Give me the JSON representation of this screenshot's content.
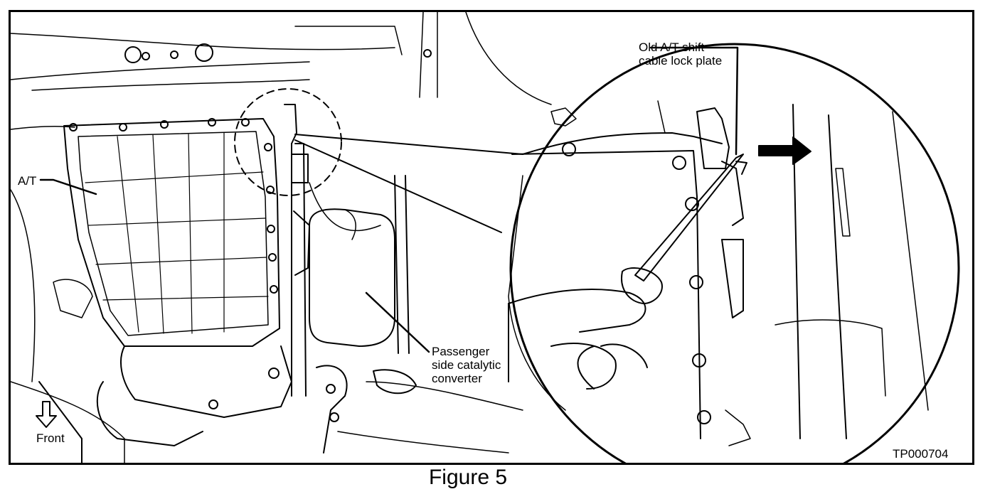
{
  "figure": {
    "caption": "Figure 5",
    "code": "TP000704",
    "labels": {
      "at": "A/T",
      "front": "Front",
      "catalytic": "Passenger\nside catalytic\nconverter",
      "lock_plate": "Old A/T shift\ncable lock plate"
    }
  },
  "colors": {
    "line": "#000000",
    "paper": "#ffffff"
  }
}
